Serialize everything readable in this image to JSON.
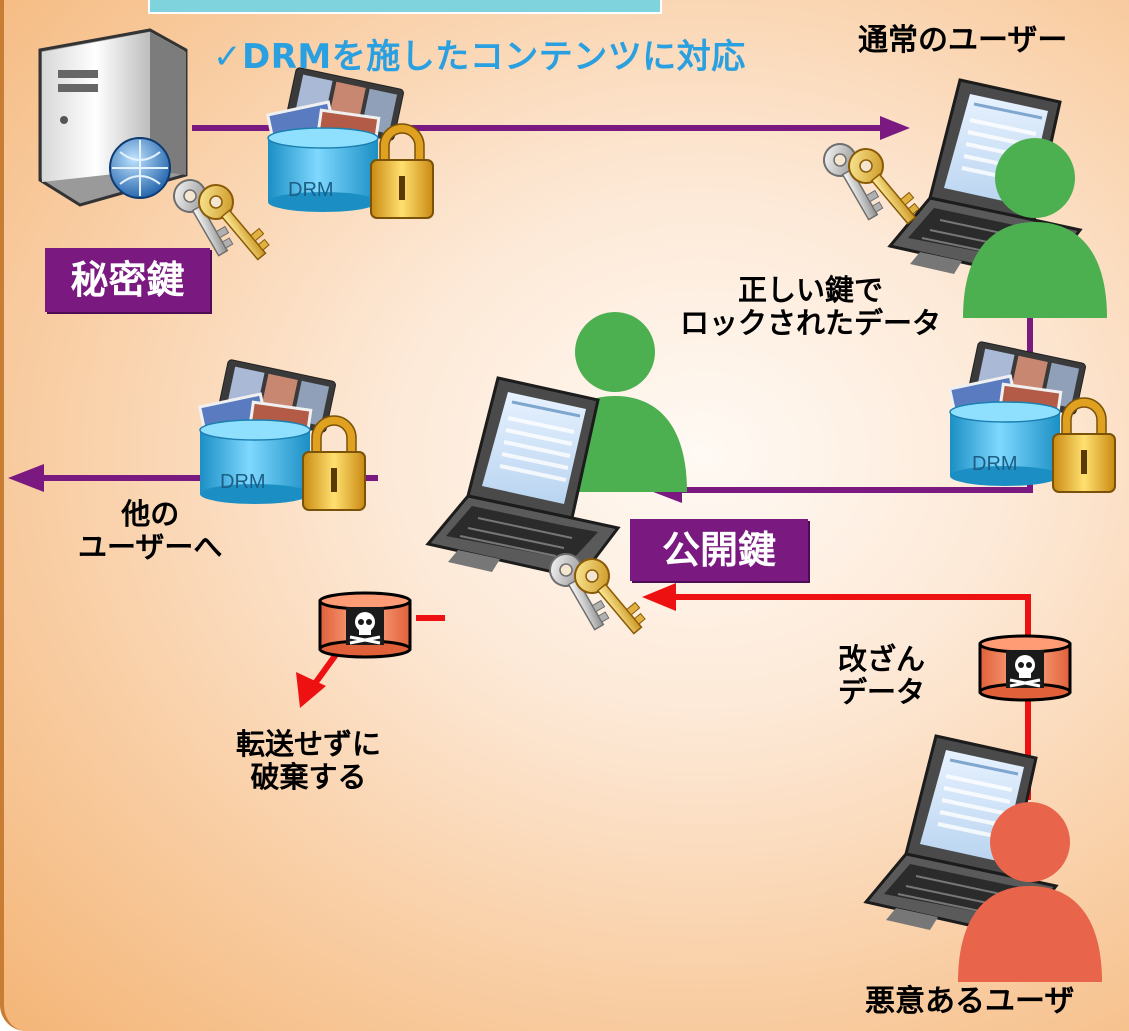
{
  "labels": {
    "drm_support": "✓DRMを施したコンテンツに対応",
    "normal_user": "通常のユーザー",
    "correct_key_line1": "正しい鍵で",
    "correct_key_line2": "ロックされたデータ",
    "to_other_users_line1": "他の",
    "to_other_users_line2": "ユーザーへ",
    "discard_line1": "転送せずに",
    "discard_line2": "破棄する",
    "tampered_line1": "改ざん",
    "tampered_line2": "データ",
    "malicious_user": "悪意あるユーザ"
  },
  "badges": {
    "private_key": "秘密鍵",
    "public_key": "公開鍵"
  },
  "drm_tag": "DRM",
  "colors": {
    "flow_purple": "#7a1a80",
    "flow_red": "#ee1111",
    "badge_bg": "#7a1a80",
    "title_blue": "#2aa0e0",
    "person_green": "#4caf50",
    "person_red": "#e8644a"
  }
}
